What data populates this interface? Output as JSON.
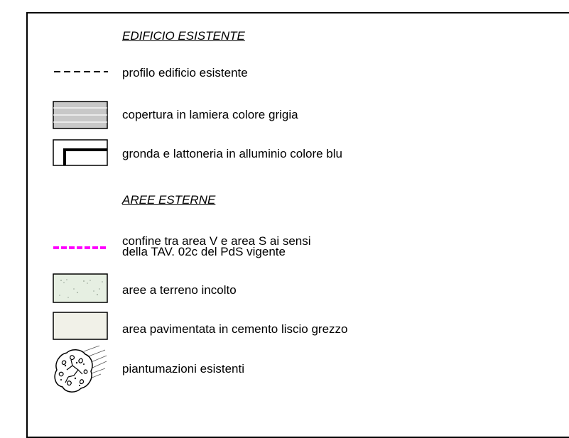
{
  "sections": [
    {
      "heading": "EDIFICIO ESISTENTE",
      "items": [
        {
          "symbol": "dashed-black-line",
          "label": "profilo edificio esistente"
        },
        {
          "symbol": "grey-striped-rect",
          "label": "copertura in lamiera colore grigia"
        },
        {
          "symbol": "gutter-profile-rect",
          "label": "gronda e lattoneria in alluminio colore blu"
        }
      ]
    },
    {
      "heading": "AREE ESTERNE",
      "items": [
        {
          "symbol": "magenta-dashed-line",
          "label_line1": "confine tra area V e area S ai sensi",
          "label_line2": "della TAV. 02c del PdS vigente"
        },
        {
          "symbol": "stippled-green-rect",
          "label": "aree a terreno incolto"
        },
        {
          "symbol": "cream-rect",
          "label": "area pavimentata in cemento liscio grezzo"
        },
        {
          "symbol": "tree-icon",
          "label": "piantumazioni esistenti"
        }
      ]
    }
  ],
  "colors": {
    "roof_grey": "#c8c8c8",
    "boundary_magenta": "#ff00ff",
    "terrain_green": "#e6efe2",
    "pavement_cream": "#f1f1e8"
  }
}
